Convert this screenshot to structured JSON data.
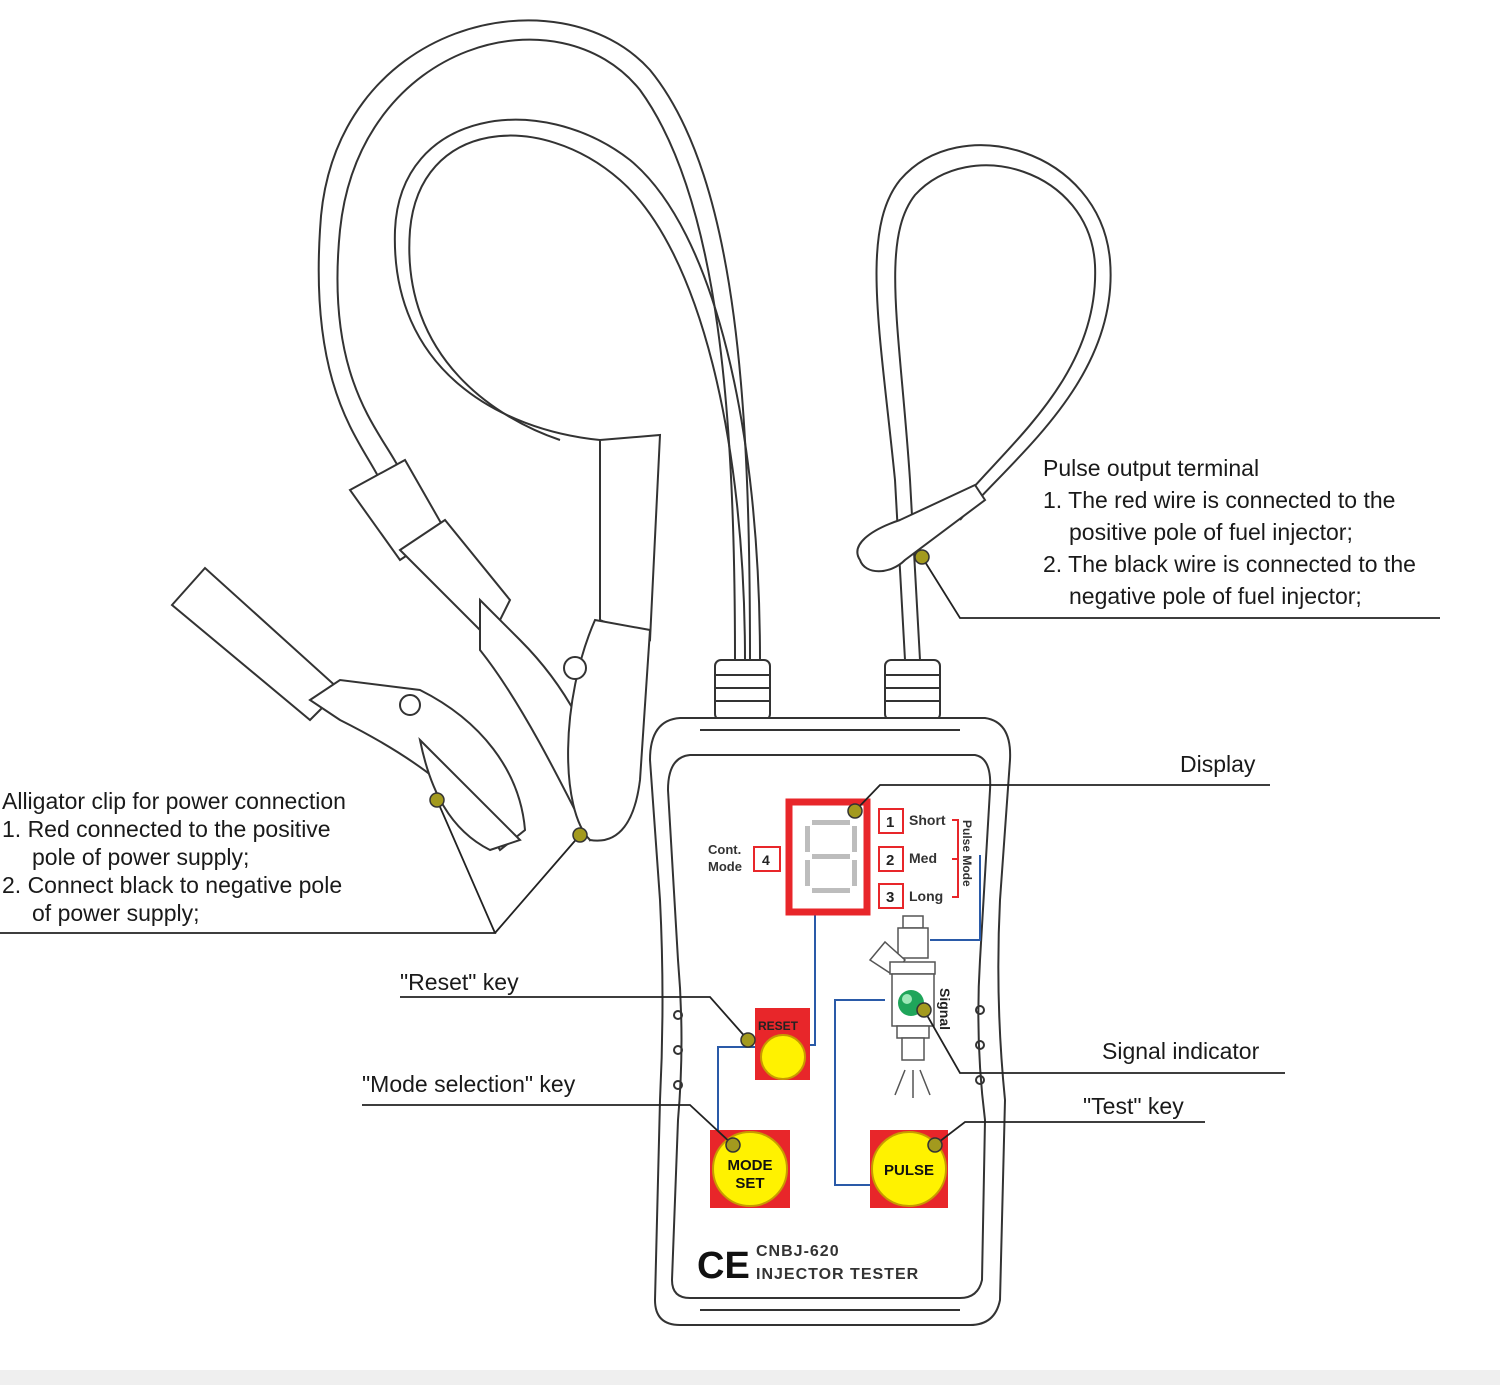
{
  "labels": {
    "pulse_output": {
      "title": "Pulse output terminal",
      "line1a": "1. The red wire is connected to the",
      "line1b": "positive pole of fuel injector;",
      "line2a": "2. The black wire is connected to the",
      "line2b": "negative pole of fuel injector;"
    },
    "display": "Display",
    "alligator": {
      "title": "Alligator clip for power connection",
      "line1a": "1. Red connected to the positive",
      "line1b": "pole of power supply;",
      "line2a": "2. Connect black to negative pole",
      "line2b": "of power supply;"
    },
    "reset_key": "\"Reset\" key",
    "mode_key": "\"Mode selection\" key",
    "signal_indicator": "Signal indicator",
    "test_key": "\"Test\" key"
  },
  "device": {
    "cont_mode": [
      "Cont.",
      "Mode"
    ],
    "cont_mode_number": "4",
    "modes": [
      {
        "number": "1",
        "label": "Short"
      },
      {
        "number": "2",
        "label": "Med"
      },
      {
        "number": "3",
        "label": "Long"
      }
    ],
    "pulse_mode_label": "Pulse Mode",
    "signal_label": "Signal",
    "reset_button": "RESET",
    "mode_button": [
      "MODE",
      "SET"
    ],
    "pulse_button": "PULSE",
    "ce_mark": "CE",
    "model": "CNBJ-620",
    "product": "INJECTOR TESTER"
  },
  "colors": {
    "red": "#e8262a",
    "yellow": "#fff200",
    "wire_blue": "#2a5aa8",
    "callout_dot": "#a39a1e",
    "signal_green": "#1fa55a"
  }
}
